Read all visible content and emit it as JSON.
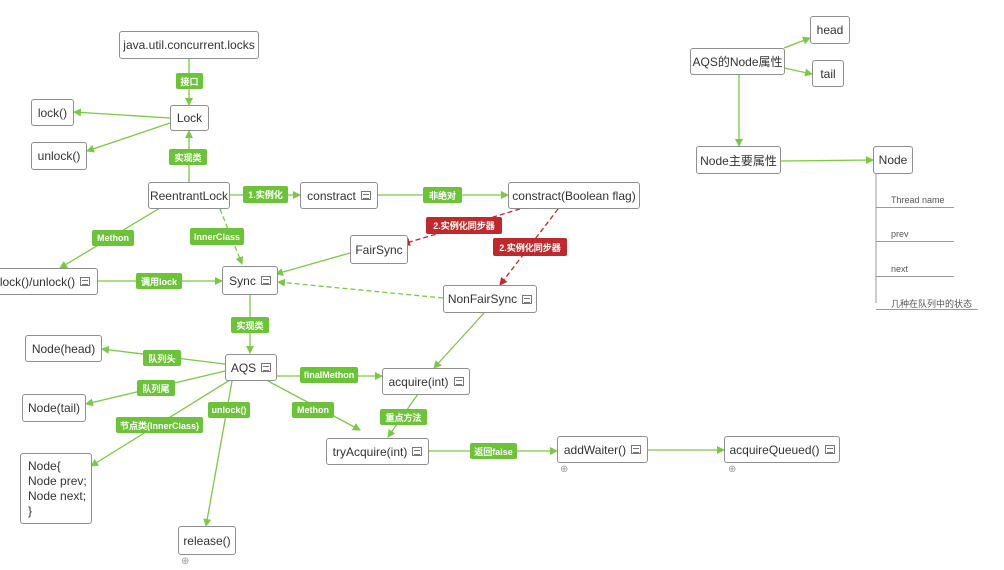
{
  "nodes": {
    "java_util": "java.util.concurrent.locks",
    "lock": "Lock",
    "lock_m": "lock()",
    "unlock_m": "unlock()",
    "reentrant": "ReentrantLock",
    "contract": "constract",
    "contract_flag": "constract(Boolean flag)",
    "fairsync": "FairSync",
    "lockunlock": "lock()/unlock()",
    "sync": "Sync",
    "nonfair": "NonFairSync",
    "node_head": "Node(head)",
    "aqs": "AQS",
    "acquire": "acquire(int)",
    "node_tail": "Node(tail)",
    "tryacquire": "tryAcquire(int)",
    "addwaiter": "addWaiter()",
    "acquirequeued": "acquireQueued()",
    "node_struct": "Node{\nNode prev;\nNode next;\n}",
    "release": "release()",
    "aqs_node_attr": "AQS的Node属性",
    "head": "head",
    "tail": "tail",
    "node_main_attr": "Node主要属性",
    "node_right": "Node"
  },
  "labels": {
    "interface": "接口",
    "impl1": "实现类",
    "inst1": "1.实例化",
    "nonfair_lbl": "非绝对",
    "inst2a": "2.实例化同步器",
    "inst2b": "2.实例化同步器",
    "methon1": "Methon",
    "innerclass": "InnerClass",
    "call_lock": "调用lock",
    "impl2": "实现类",
    "queue_head": "队列头",
    "queue_tail": "队列尾",
    "final_methon": "finalMethon",
    "node_class": "节点类(InnerClass)",
    "unlock_lbl": "unlock()",
    "methon2": "Methon",
    "key_method": "重点方法",
    "return_false": "返回false"
  },
  "node_attrs": [
    "Thread name",
    "prev",
    "next",
    "几种在队列中的状态"
  ],
  "expand_icon": "⊕",
  "colors": {
    "edge": "#7ac943",
    "dashed_red": "#c0292b",
    "label_green": "#6bc437",
    "label_red": "#c0292b"
  }
}
